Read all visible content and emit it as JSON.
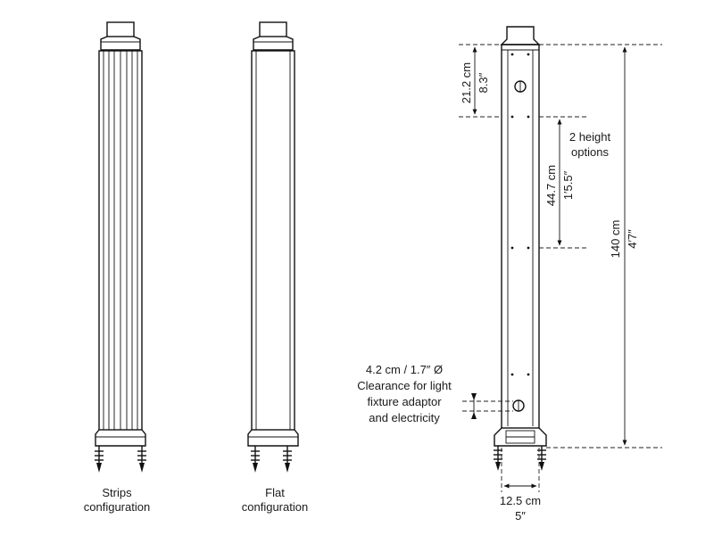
{
  "labels": {
    "strips_line1": "Strips",
    "strips_line2": "configuration",
    "flat_line1": "Flat",
    "flat_line2": "configuration",
    "top_metric": "21.2 cm",
    "top_imperial": "8.3″",
    "mid_metric": "44.7 cm",
    "mid_imperial": "1′5.5″",
    "height_options_line1": "2 height",
    "height_options_line2": "options",
    "total_metric": "140 cm",
    "total_imperial": "4′7″",
    "clear_line1": "4.2 cm / 1.7″  Ø",
    "clear_line2": "Clearance for light",
    "clear_line3": "fixture adaptor",
    "clear_line4": "and electricity",
    "width_metric": "12.5 cm",
    "width_imperial": "5″"
  }
}
